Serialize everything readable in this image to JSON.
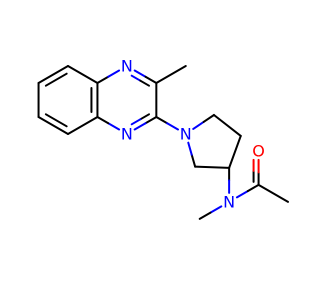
{
  "colors": {
    "carbon_bond": "#000000",
    "nitrogen": "#0000ff",
    "oxygen": "#ff0000",
    "background": "#ffffff"
  },
  "atoms": {
    "n1": "N",
    "n4": "N",
    "n_pyrrolidine": "N",
    "n_amide": "N",
    "o_carbonyl": "O"
  }
}
